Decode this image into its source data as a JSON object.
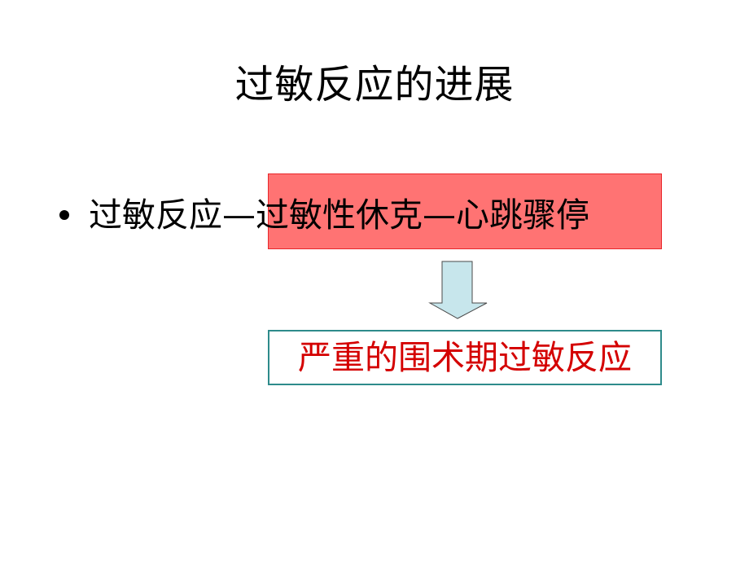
{
  "slide": {
    "title": "过敏反应的进展",
    "bullet": {
      "text": "过敏反应—过敏性休克—心跳骤停",
      "highlighted_segment": "过敏性休克—心跳骤停"
    },
    "arrow": {
      "icon": "down-arrow-icon",
      "fill": "#c7e6ec",
      "stroke": "#4a4a4a"
    },
    "result_box": {
      "text": "严重的围术期过敏反应",
      "text_color": "#d40000",
      "border_color": "#2e8b8b"
    },
    "highlight_box": {
      "fill": "#ff7373",
      "border_color": "#e8262a"
    }
  }
}
